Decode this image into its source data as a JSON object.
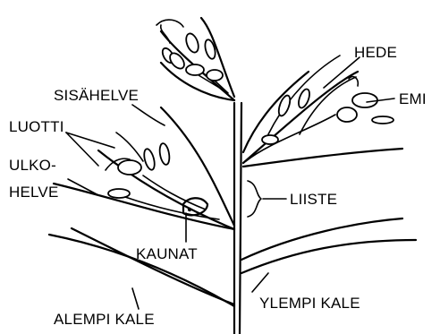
{
  "labels": {
    "hede": "HEDE",
    "emi": "EMI",
    "sisahelve": "SISÄHELVE",
    "luotti": "LUOTTI",
    "ulkohelve_line1": "ULKO-",
    "ulkohelve_line2": "HELVE",
    "liiste": "LIISTE",
    "kaunat": "KAUNAT",
    "ylempi_kale": "YLEMPI KALE",
    "alempi_kale": "ALEMPI KALE"
  }
}
